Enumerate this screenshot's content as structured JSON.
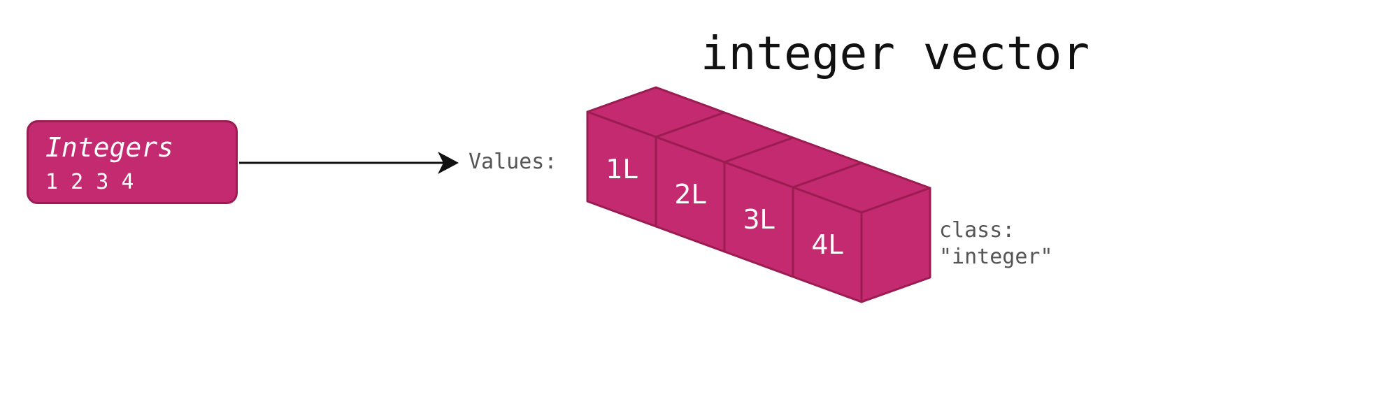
{
  "title": "integer vector",
  "source": {
    "title": "Integers",
    "values": "1 2 3 4"
  },
  "values_label": "Values:",
  "cells": [
    {
      "label": "1L"
    },
    {
      "label": "2L"
    },
    {
      "label": "3L"
    },
    {
      "label": "4L"
    }
  ],
  "class_label": "class:",
  "class_value": "\"integer\"",
  "colors": {
    "fill": "#c42a70",
    "stroke": "#9b1c50",
    "arrow": "#111111"
  }
}
